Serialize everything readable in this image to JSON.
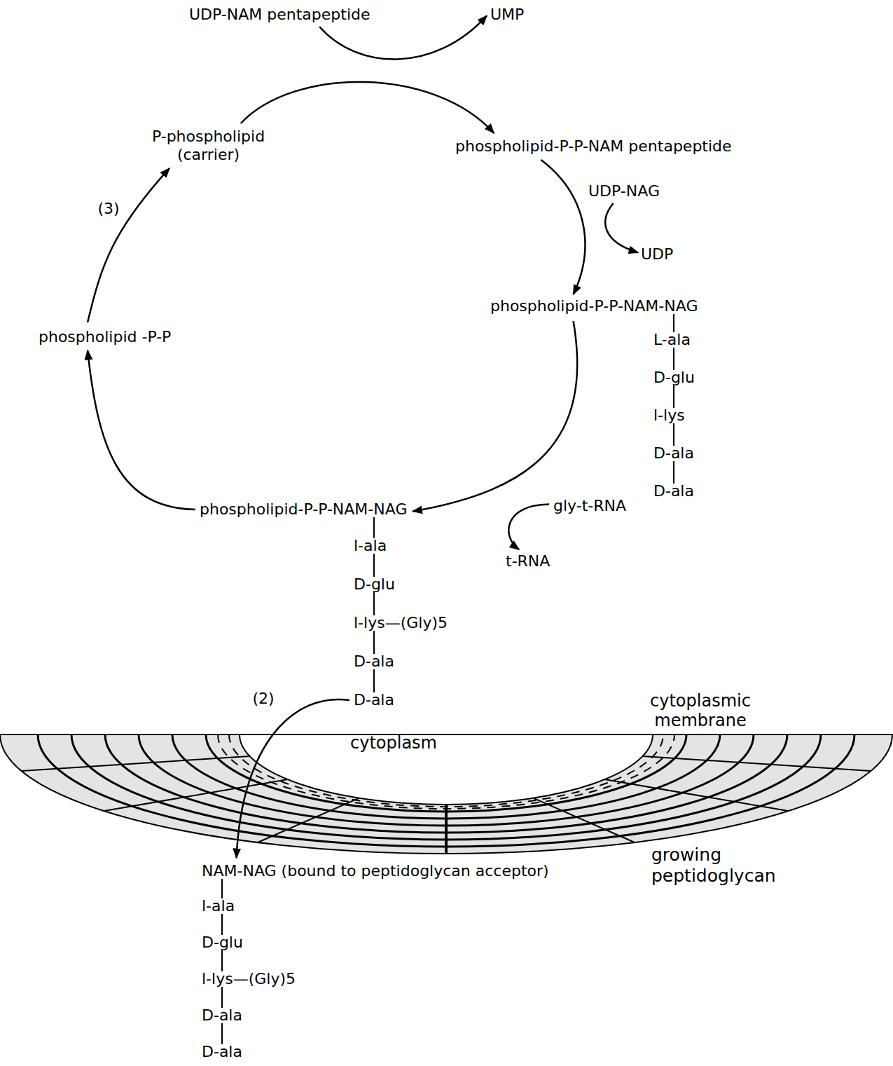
{
  "diagram": {
    "nodes": [
      {
        "text": [
          "UDP-NAM pentapeptide"
        ]
      },
      {
        "text": [
          "UMP"
        ]
      },
      {
        "text": [
          "P-phospholipid (carrier)"
        ]
      },
      {
        "text": [
          "phospholipid-P-P-NAM pentapeptide"
        ]
      },
      {
        "text": [
          "UDP-NAG"
        ]
      },
      {
        "text": [
          "UDP"
        ]
      },
      {
        "text": [
          "phospholipid-P-P-NAM-NAG",
          "L-ala",
          "D-glu",
          "l-lys",
          "D-ala",
          "D-ala"
        ]
      },
      {
        "text": [
          "phospholipid -P-P"
        ]
      },
      {
        "text": [
          "phospholipid-P-P-NAM-NAG",
          "l-ala",
          "D-glu",
          "l-lys—(Gly)5",
          "D-ala",
          "D-ala"
        ]
      },
      {
        "text": [
          "gly-t-RNA"
        ]
      },
      {
        "text": [
          "t-RNA"
        ]
      },
      {
        "text": [
          "NAM-NAG (bound to peptidoglycan acceptor)",
          "l-ala",
          "D-glu",
          "l-lys—(Gly)5",
          "D-ala",
          "D-ala"
        ]
      }
    ],
    "edges": [
      {
        "from": 0,
        "to": 1,
        "arrow": "to"
      },
      {
        "from": 2,
        "to": 3,
        "arrow": "to"
      },
      {
        "from": 3,
        "to": 6,
        "arrow": "to"
      },
      {
        "from": 4,
        "to": 5,
        "arrow": "to"
      },
      {
        "from": 6,
        "to": 8,
        "arrow": "to"
      },
      {
        "from": 9,
        "to": 10,
        "arrow": "to"
      },
      {
        "from": 8,
        "to": 7,
        "arrow": "to"
      },
      {
        "from": 7,
        "to": 2,
        "label": "(3)",
        "arrow": "to"
      },
      {
        "from": 8,
        "to": 11,
        "label": "(2)",
        "arrow": "to"
      }
    ],
    "labels": [
      "cytoplasm",
      "cytoplasmic membrane",
      "growing peptidoglycan"
    ]
  }
}
